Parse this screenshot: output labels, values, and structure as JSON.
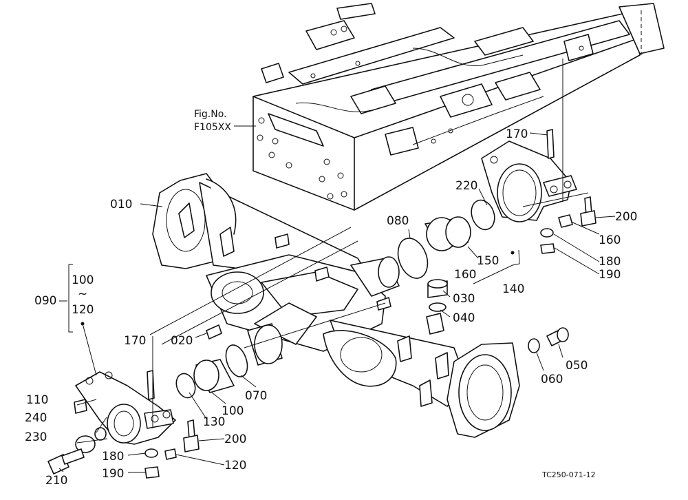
{
  "figure": {
    "fig_ref_label": "Fig.No.",
    "fig_ref_code": "F105XX",
    "drawing_code": "TC250-071-12"
  },
  "parts": {
    "p010": "010",
    "p020": "020",
    "p030": "030",
    "p040": "040",
    "p050": "050",
    "p060": "060",
    "p070": "070",
    "p080": "080",
    "p090": "090",
    "p100": "100",
    "p100b": "100",
    "p110": "110",
    "p120": "120",
    "p120b": "120",
    "p130": "130",
    "p140": "140",
    "p150": "150",
    "p160a": "160",
    "p160b": "160",
    "p170a": "170",
    "p170b": "170",
    "p180a": "180",
    "p180b": "180",
    "p190a": "190",
    "p190b": "190",
    "p200a": "200",
    "p200b": "200",
    "p210": "210",
    "p220": "220",
    "p230": "230",
    "p240": "240",
    "tilde": "~"
  }
}
